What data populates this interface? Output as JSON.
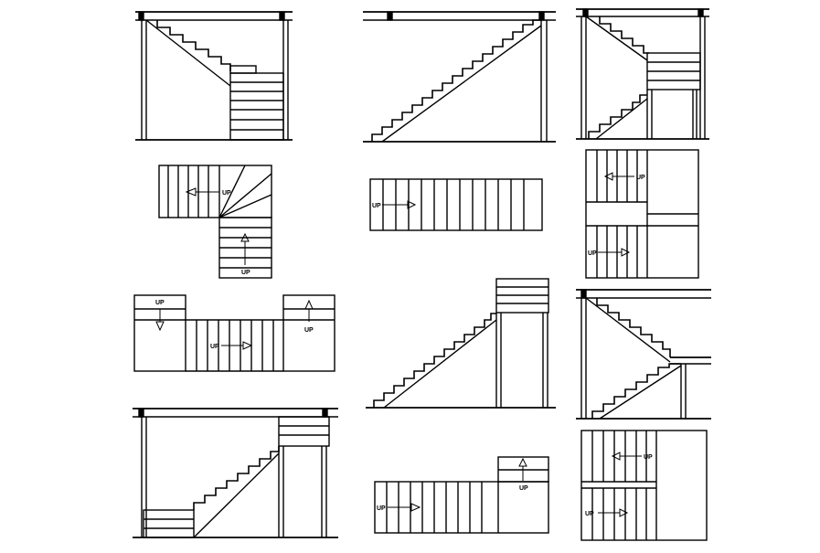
{
  "labels": {
    "up": "UP"
  },
  "style": {
    "stroke": "#000000",
    "background": "#ffffff"
  },
  "drawings": [
    {
      "id": "section-l-stair-top-left",
      "kind": "section"
    },
    {
      "id": "section-straight-stair-top-middle",
      "kind": "section"
    },
    {
      "id": "section-dogleg-stair-top-right",
      "kind": "section"
    },
    {
      "id": "plan-l-winder-stair",
      "kind": "plan",
      "arrows": 2
    },
    {
      "id": "plan-straight-stair",
      "kind": "plan",
      "arrows": 1
    },
    {
      "id": "plan-dogleg-stair-top-right",
      "kind": "plan",
      "arrows": 2
    },
    {
      "id": "plan-three-flight-stair",
      "kind": "plan",
      "arrows": 3
    },
    {
      "id": "section-straight-stair-with-landing",
      "kind": "section"
    },
    {
      "id": "section-dogleg-stair-mid-right",
      "kind": "section"
    },
    {
      "id": "section-l-stair-bottom-left",
      "kind": "section"
    },
    {
      "id": "plan-l-stair-bottom-middle",
      "kind": "plan",
      "arrows": 2
    },
    {
      "id": "plan-dogleg-stair-bottom-right",
      "kind": "plan",
      "arrows": 2
    }
  ]
}
